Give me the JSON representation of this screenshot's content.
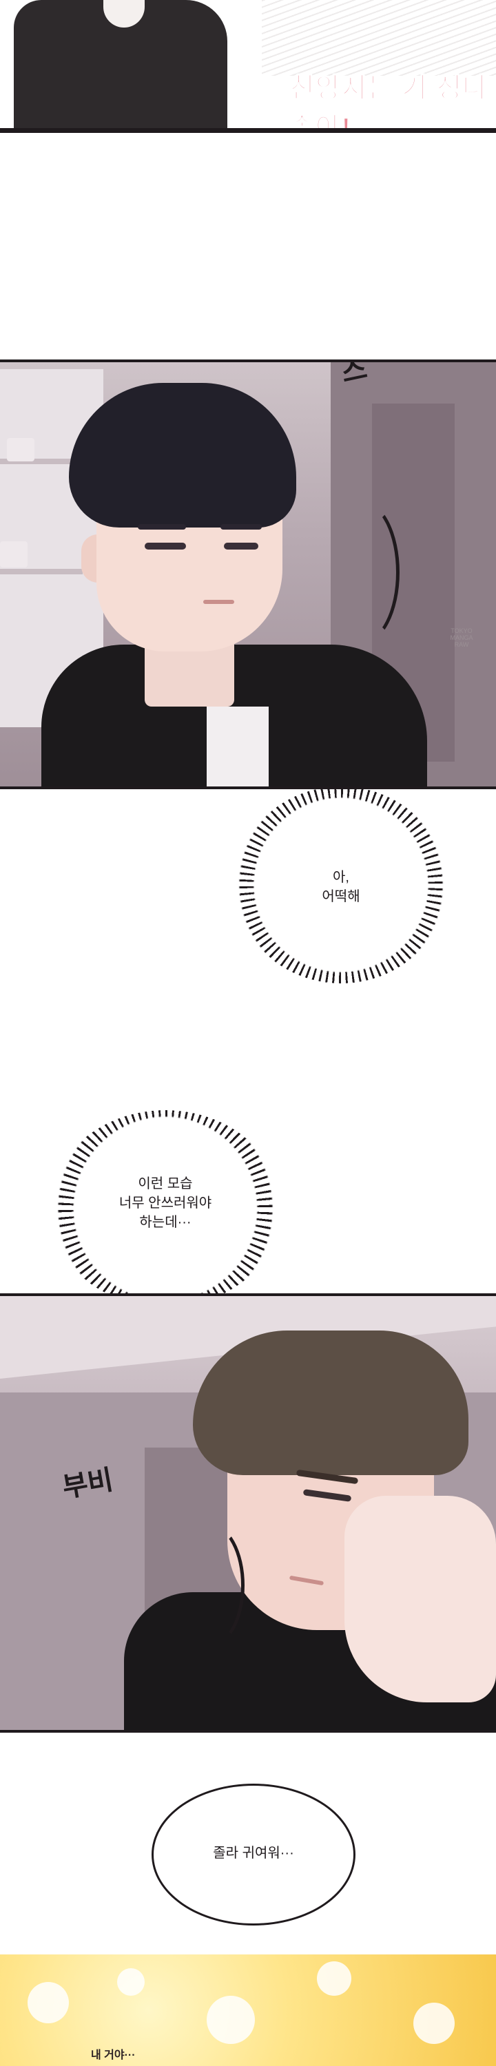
{
  "panel1": {
    "sfx": "친앙지는 거 정나 좋아!"
  },
  "panel2": {
    "sfx_top": "스",
    "watermark": [
      "TOKYO",
      "MANGA",
      "RAW"
    ]
  },
  "bubble1": {
    "lines": [
      "아,",
      "어떡해"
    ]
  },
  "bubble2": {
    "lines": [
      "이런 모습",
      "너무 안쓰러워야",
      "하는데···"
    ]
  },
  "panel3": {
    "sfx": "부비"
  },
  "bubble3": {
    "text": "졸라 귀여워···"
  },
  "panel4": {
    "small_text": "내 거야···"
  }
}
